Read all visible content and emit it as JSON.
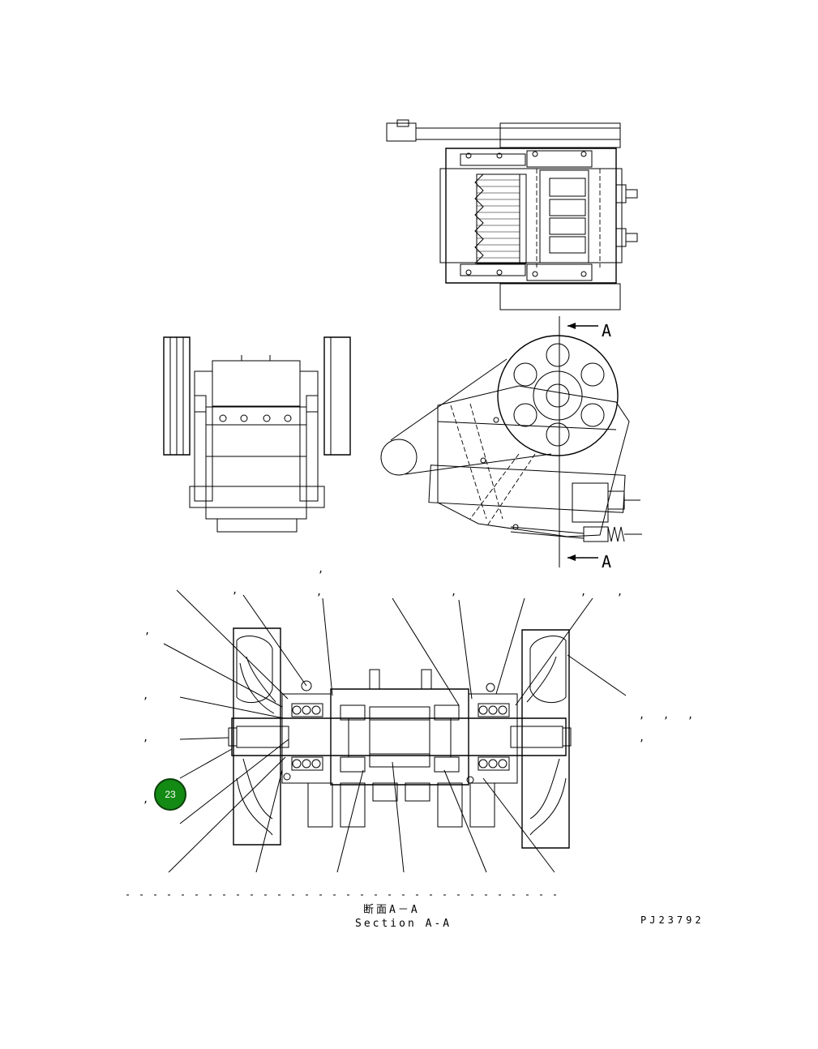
{
  "drawing": {
    "section_marker_top": "A",
    "section_marker_bottom": "A",
    "caption_jp": "断面A－A",
    "caption_en": "Section A-A",
    "drawing_code": "PJ23792",
    "line_color": "#000000",
    "background_color": "#ffffff"
  },
  "callout": {
    "number": "23",
    "color": "#138a13",
    "border_color": "#0b3f0b"
  },
  "views": [
    "top-view",
    "front-view",
    "side-view",
    "section-a-a"
  ]
}
